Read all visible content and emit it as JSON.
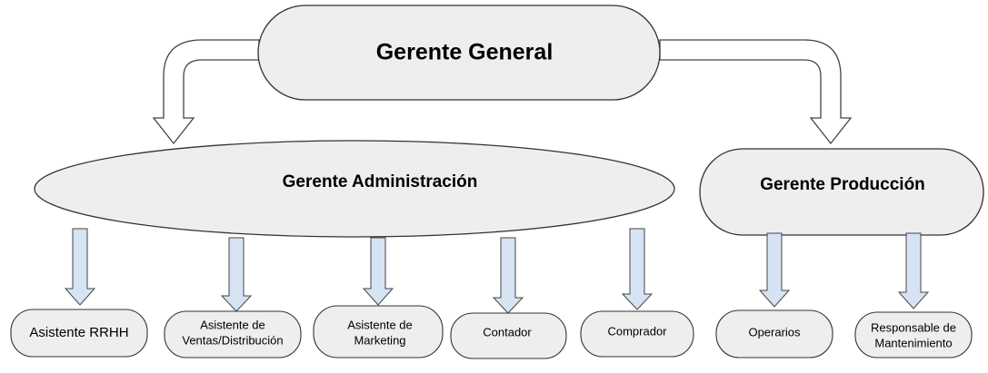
{
  "colors": {
    "node_fill": "#eeeeee",
    "node_stroke": "#333333",
    "arrow_fill_light": "#d5e3f3",
    "arrow_fill_white": "#ffffff",
    "arrow_stroke": "#444444"
  },
  "nodes": {
    "ceo": {
      "label": "Gerente General"
    },
    "admin": {
      "label": "Gerente Administración"
    },
    "production": {
      "label": "Gerente Producción"
    },
    "hr": {
      "label": "Asistente RRHH"
    },
    "sales": {
      "line1": "Asistente de",
      "line2": "Ventas/Distribución"
    },
    "marketing": {
      "line1": "Asistente de",
      "line2": "Marketing"
    },
    "accountant": {
      "label": "Contador"
    },
    "buyer": {
      "label": "Comprador"
    },
    "operators": {
      "label": "Operarios"
    },
    "maintenance": {
      "line1": "Responsable de",
      "line2": "Mantenimiento"
    }
  }
}
